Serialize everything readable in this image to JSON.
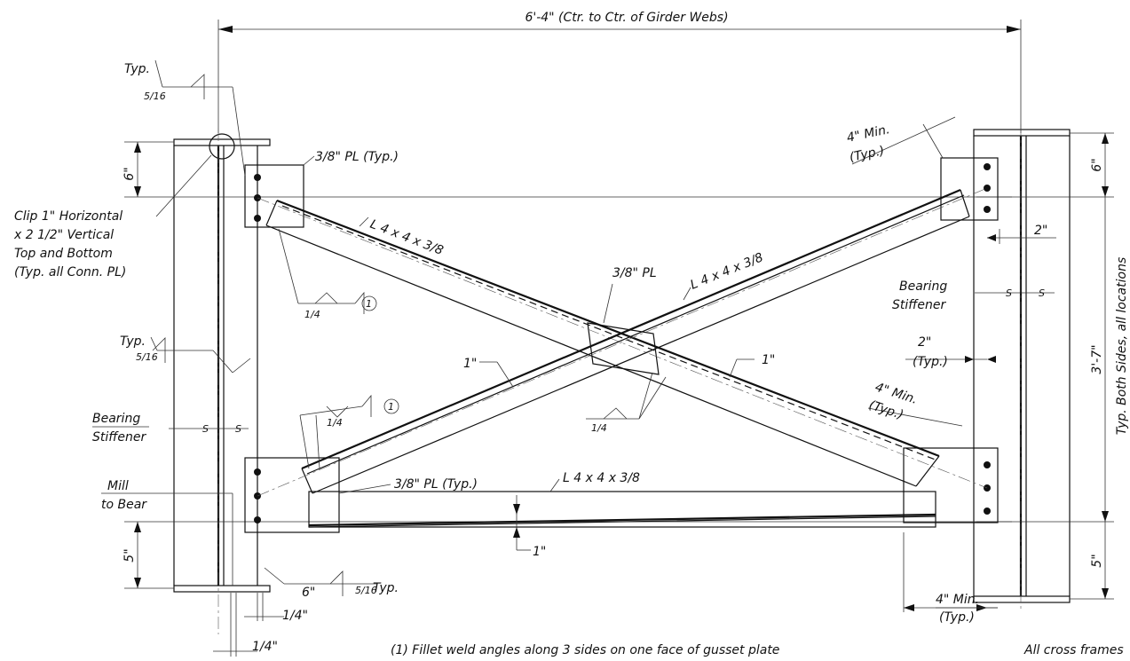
{
  "dimensions": {
    "overall_width": "6'-4\" (Ctr. to Ctr. of Girder Webs)",
    "top_6": "6\"",
    "bottom_5": "5\"",
    "right_top_6": "6\"",
    "right_bottom_5": "5\"",
    "height": "3'-7\"",
    "height_note": "Typ. Both Sides, all locations",
    "edge_2": "2\"",
    "edge_2_typ_a": "2\"",
    "edge_2_typ_b": "(Typ.)",
    "min4_a": "4\" Min.",
    "min4_a_typ": "(Typ.)",
    "min4_b": "4\" Min.",
    "min4_b_typ": "(Typ.)",
    "min4_c": "4\" Min.",
    "min4_c_typ": "(Typ.)",
    "offset1_a": "1\"",
    "offset1_b": "1\"",
    "offset1_c": "1\"",
    "weld6": "6\"",
    "quarter_a": "1/4\"",
    "quarter_b": "1/4\""
  },
  "welds": {
    "typ_top_label": "Typ.",
    "typ_top_size": "5/16",
    "typ_mid_label": "Typ.",
    "typ_mid_size": "5/16",
    "typ_bot_label": "Typ.",
    "typ_bot_size": "5/16",
    "fillet_a_size": "1/4",
    "fillet_b_size": "1/4",
    "fillet_c_size": "1/4",
    "note_ref": "1"
  },
  "labels": {
    "plate_top": "3/8\" PL (Typ.)",
    "plate_center": "3/8\" PL",
    "plate_bottom": "3/8\" PL (Typ.)",
    "angle_diag_a": "L 4 x 4 x 3/8",
    "angle_diag_b": "L 4 x 4 x 3/8",
    "angle_bottom": "L 4 x 4 x 3/8",
    "clip_1": "Clip 1\" Horizontal",
    "clip_2": "x 2 1/2\" Vertical",
    "clip_3": "Top and Bottom",
    "clip_4": "(Typ. all Conn. PL)",
    "bearing_left_1": "Bearing",
    "bearing_left_2": "Stiffener",
    "bearing_right_1": "Bearing",
    "bearing_right_2": "Stiffener",
    "mill_1": "Mill",
    "mill_2": "to Bear",
    "stiffener_mark": "S"
  },
  "notes": {
    "note_1": "(1) Fillet weld angles along 3 sides on one face of gusset plate",
    "note_all": "All cross frames"
  }
}
